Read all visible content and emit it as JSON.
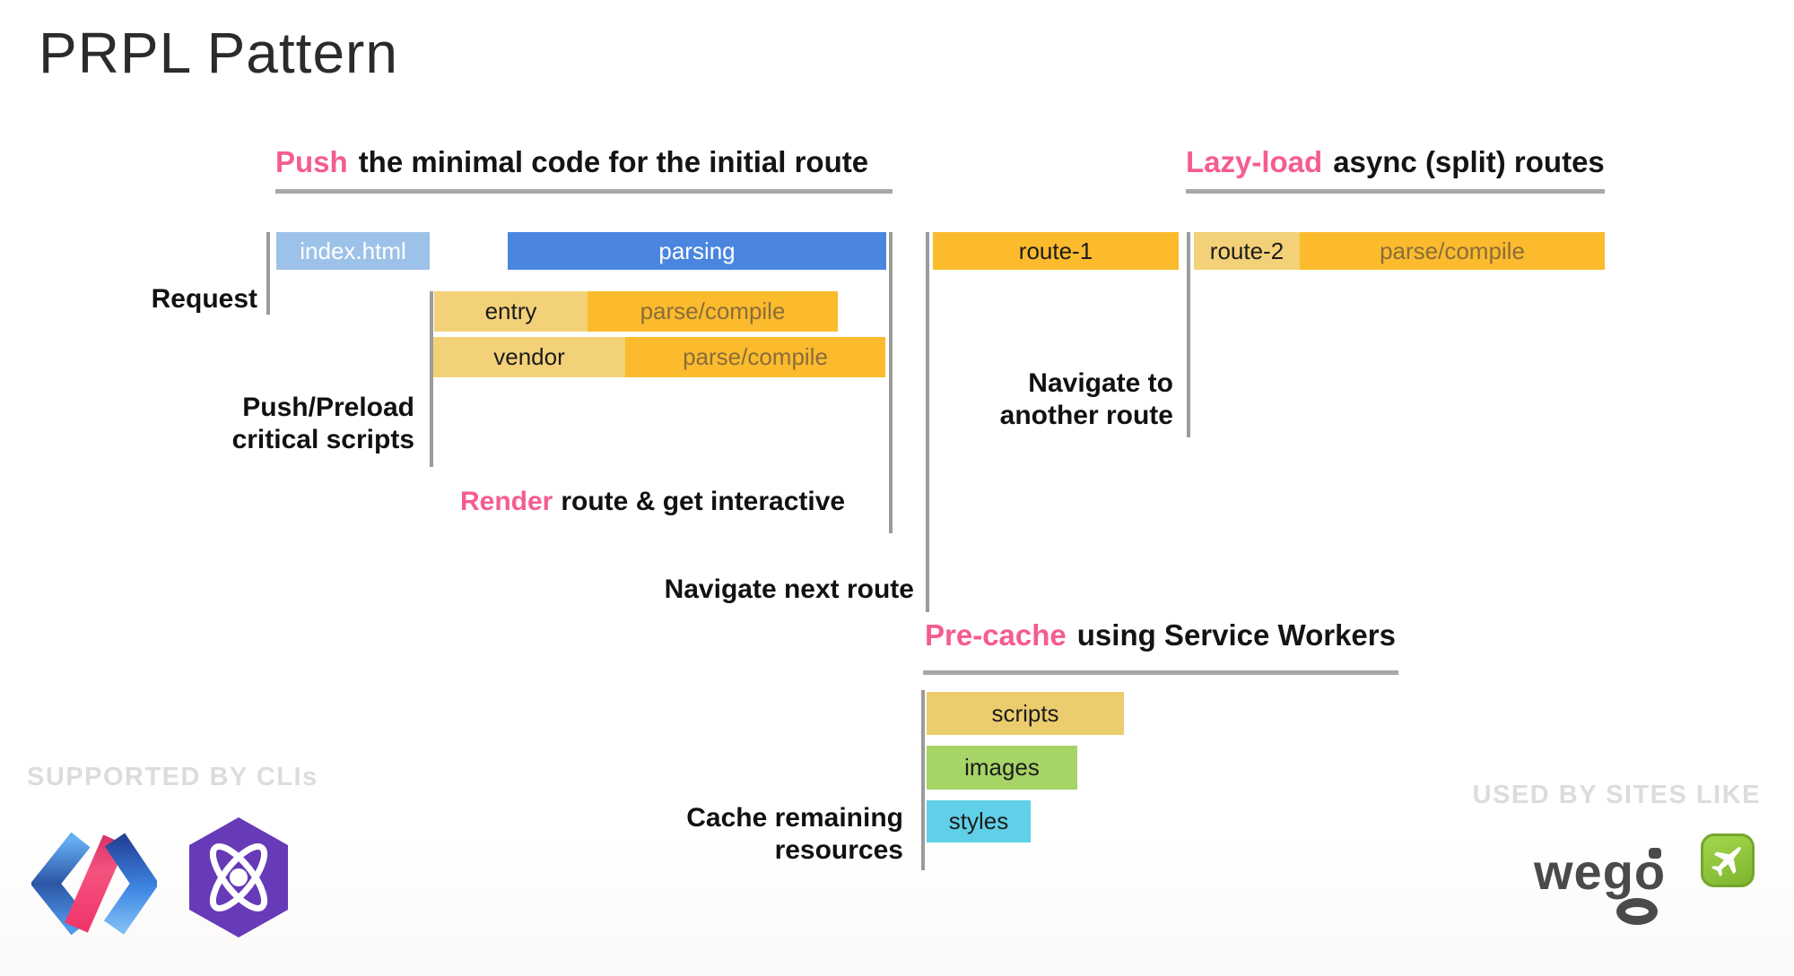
{
  "title": "PRPL Pattern",
  "headings": {
    "push": {
      "accent": "Push",
      "rest": "the minimal code for the initial route"
    },
    "lazy_load": {
      "accent": "Lazy-load",
      "rest": "async (split) routes"
    },
    "pre_cache": {
      "accent": "Pre-cache",
      "rest": "using Service Workers"
    }
  },
  "labels": {
    "request": "Request",
    "push_preload_line1": "Push/Preload",
    "push_preload_line2": "critical scripts",
    "render_accent": "Render",
    "render_rest": "route & get interactive",
    "navigate_next": "Navigate next route",
    "navigate_another_line1": "Navigate to",
    "navigate_another_line2": "another route",
    "cache_line1": "Cache remaining",
    "cache_line2": "resources"
  },
  "bars": {
    "index_html": "index.html",
    "parsing": "parsing",
    "entry": "entry",
    "entry_parse": "parse/compile",
    "vendor": "vendor",
    "vendor_parse": "parse/compile",
    "route1": "route-1",
    "route2": "route-2",
    "route2_parse": "parse/compile",
    "scripts": "scripts",
    "images": "images",
    "styles": "styles"
  },
  "footer": {
    "left_caption": "SUPPORTED BY CLIs",
    "right_caption": "USED BY SITES LIKE",
    "wego_text": "wego",
    "logo_names": [
      "polymer-logo",
      "preact-logo",
      "wego-logo"
    ]
  },
  "colors": {
    "accent_pink": "#F65C8E",
    "bar_light_blue": "#9DC2E9",
    "bar_blue": "#4A86E0",
    "bar_amber": "#FBBB2D",
    "bar_light_yellow": "#F3D178",
    "bar_scripts": "#ECCD6E",
    "bar_green": "#A6D467",
    "bar_cyan": "#5FD0E7",
    "line_gray": "#9B9B9B",
    "parse_text": "#8A6D3B",
    "caption_gray": "#DCDCDC",
    "wego_green": "#8CC63E"
  }
}
